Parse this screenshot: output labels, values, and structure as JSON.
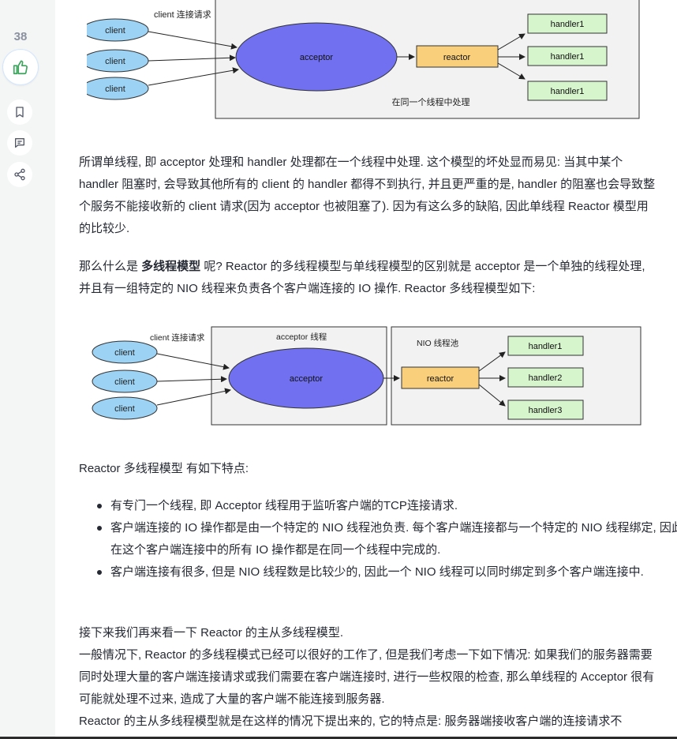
{
  "sidebar": {
    "like_count": "38",
    "like_icon": "thumbs-up-icon",
    "bookmark_icon": "bookmark-icon",
    "comment_icon": "comment-icon",
    "share_icon": "share-icon",
    "accent_color": "#1e80ff",
    "like_color": "#3ba55c"
  },
  "diagram1": {
    "label_connect": "client 连接请求",
    "clients": [
      "client",
      "client",
      "client"
    ],
    "acceptor": "acceptor",
    "reactor": "reactor",
    "handlers": [
      "handler1",
      "handler1",
      "handler1"
    ],
    "caption": "在同一个线程中处理"
  },
  "para1": "所谓单线程, 即 acceptor 处理和 handler 处理都在一个线程中处理. 这个模型的坏处显而易见: 当其中某个 handler 阻塞时, 会导致其他所有的 client 的 handler 都得不到执行, 并且更严重的是, handler 的阻塞也会导致整个服务不能接收新的 client 请求(因为 acceptor 也被阻塞了). 因为有这么多的缺陷, 因此单线程 Reactor 模型用的比较少.",
  "para2": {
    "prefix": "那么什么是 ",
    "bold": "多线程模型",
    "suffix": " 呢? Reactor 的多线程模型与单线程模型的区别就是 acceptor 是一个单独的线程处理, 并且有一组特定的 NIO 线程来负责各个客户端连接的 IO 操作. Reactor 多线程模型如下:"
  },
  "diagram2": {
    "label_connect": "client 连接请求",
    "acceptor_thread": "acceptor 线程",
    "nio_pool": "NIO 线程池",
    "clients": [
      "client",
      "client",
      "client"
    ],
    "acceptor": "acceptor",
    "reactor": "reactor",
    "handlers": [
      "handler1",
      "handler2",
      "handler3"
    ]
  },
  "para3": "Reactor 多线程模型 有如下特点:",
  "features": [
    "有专门一个线程, 即 Acceptor 线程用于监听客户端的TCP连接请求.",
    "客户端连接的 IO 操作都是由一个特定的 NIO 线程池负责. 每个客户端连接都与一个特定的 NIO 线程绑定, 因此在这个客户端连接中的所有 IO 操作都是在同一个线程中完成的.",
    "客户端连接有很多, 但是 NIO 线程数是比较少的, 因此一个 NIO 线程可以同时绑定到多个客户端连接中."
  ],
  "para4": "接下来我们再来看一下 Reactor 的主从多线程模型.",
  "para5": "一般情况下, Reactor 的多线程模式已经可以很好的工作了, 但是我们考虑一下如下情况: 如果我们的服务器需要同时处理大量的客户端连接请求或我们需要在客户端连接时, 进行一些权限的检查, 那么单线程的 Acceptor 很有可能就处理不过来, 造成了大量的客户端不能连接到服务器.",
  "para6": "Reactor 的主从多线程模型就是在这样的情况下提出来的, 它的特点是: 服务器端接收客户端的连接请求不"
}
